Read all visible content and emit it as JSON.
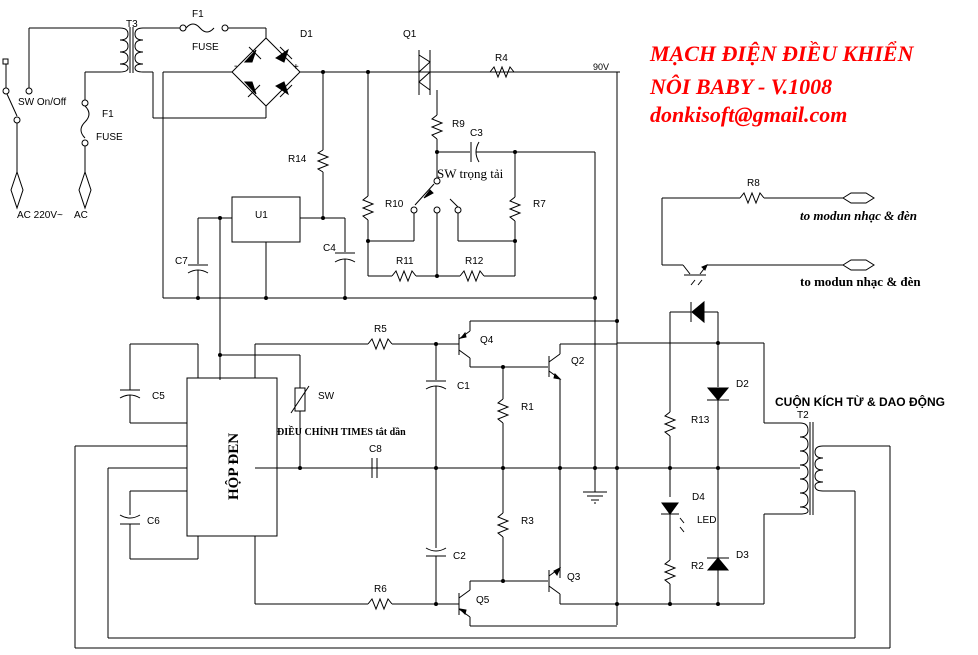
{
  "title": {
    "line1": "MẠCH ĐIỆN ĐIỀU KHIỂN",
    "line2": "NÔI BABY - V.1008",
    "line3": "donkisoft@gmail.com",
    "color": "#ff0000"
  },
  "labels": {
    "t3": "T3",
    "f1_top": "F1",
    "fuse_top": "FUSE",
    "f1_left": "F1",
    "fuse_left": "FUSE",
    "d1": "D1",
    "d1_minus": "-",
    "d1_plus": "+",
    "sw_onoff": "SW On/Off",
    "ac220": "AC 220V~",
    "ac": "AC",
    "q1": "Q1",
    "r4": "R4",
    "v90": "90V",
    "r9": "R9",
    "c3": "C3",
    "sw_load": "SW trọng tải",
    "r14": "R14",
    "u1": "U1",
    "r10": "R10",
    "r7": "R7",
    "c4": "C4",
    "c7": "C7",
    "r11": "R11",
    "r12": "R12",
    "r8": "R8",
    "to_module_1": "to modun nhạc & đèn",
    "to_module_2": "to modun nhạc & đèn",
    "r5": "R5",
    "q4": "Q4",
    "q2": "Q2",
    "c5": "C5",
    "c1": "C1",
    "sw_timer": "SW",
    "black_box": "HỘP ĐEN",
    "timer_adjust": "ĐIỀU CHỈNH TIMES tắt dần",
    "r1": "R1",
    "c8": "C8",
    "c6": "C6",
    "r3": "R3",
    "c2": "C2",
    "r6": "R6",
    "q5": "Q5",
    "q3": "Q3",
    "d2": "D2",
    "d3": "D3",
    "d4": "D4",
    "led": "LED",
    "r13": "R13",
    "r2": "R2",
    "t2": "T2",
    "coil_title": "CUỘN KÍCH TỪ & DAO ĐỘNG"
  }
}
